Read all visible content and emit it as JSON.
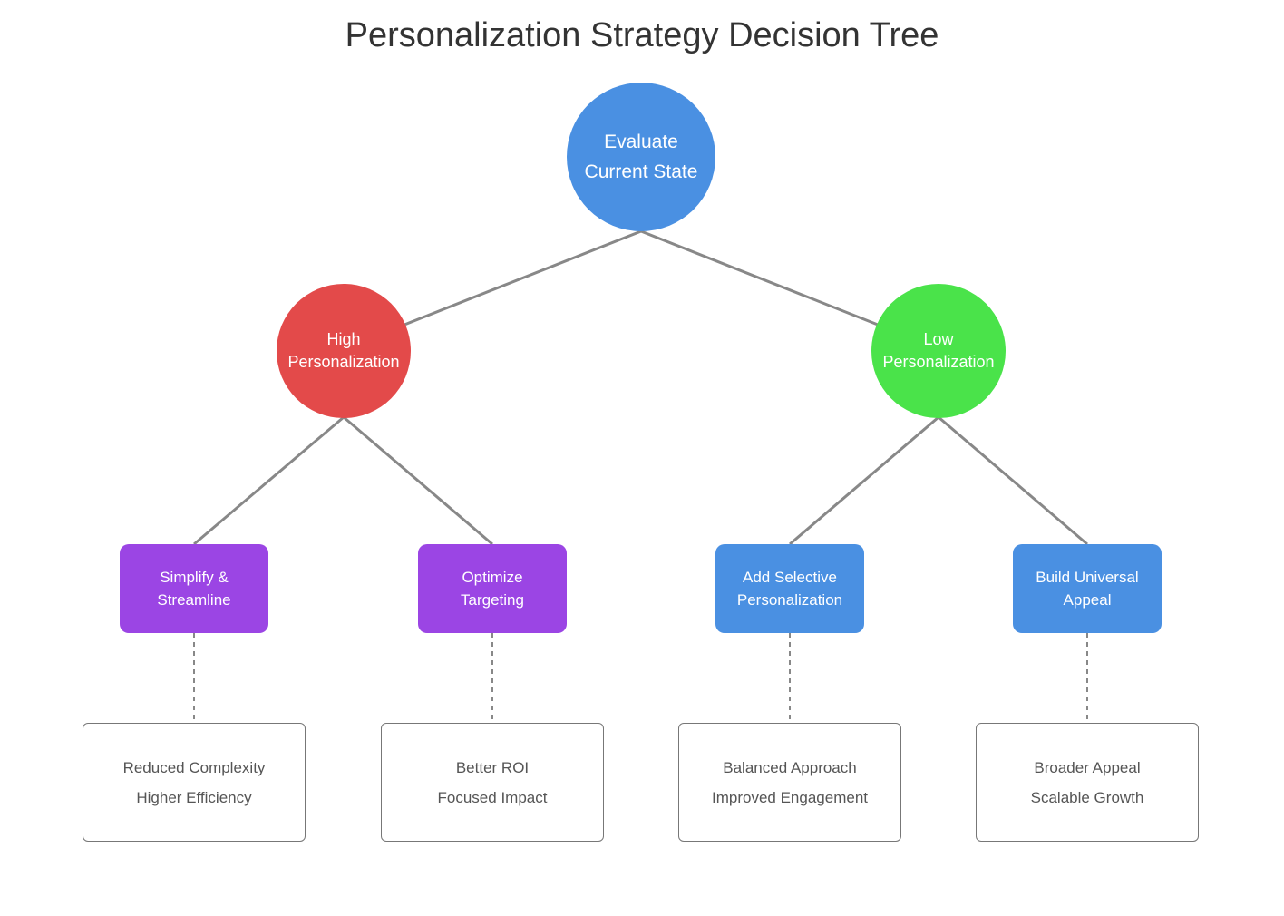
{
  "title": "Personalization Strategy Decision Tree",
  "colors": {
    "root": "#4a90e2",
    "high": "#e34a4a",
    "low": "#4ae34a",
    "purple": "#9b45e4",
    "blue": "#4a90e2",
    "line": "#888888"
  },
  "root": {
    "line1": "Evaluate",
    "line2": "Current State"
  },
  "branches": [
    {
      "line1": "High",
      "line2": "Personalization"
    },
    {
      "line1": "Low",
      "line2": "Personalization"
    }
  ],
  "actions": [
    {
      "line1": "Simplify &",
      "line2": "Streamline"
    },
    {
      "line1": "Optimize",
      "line2": "Targeting"
    },
    {
      "line1": "Add Selective",
      "line2": "Personalization"
    },
    {
      "line1": "Build Universal",
      "line2": "Appeal"
    }
  ],
  "outcomes": [
    {
      "line1": "Reduced Complexity",
      "line2": "Higher Efficiency"
    },
    {
      "line1": "Better ROI",
      "line2": "Focused Impact"
    },
    {
      "line1": "Balanced Approach",
      "line2": "Improved Engagement"
    },
    {
      "line1": "Broader Appeal",
      "line2": "Scalable Growth"
    }
  ]
}
